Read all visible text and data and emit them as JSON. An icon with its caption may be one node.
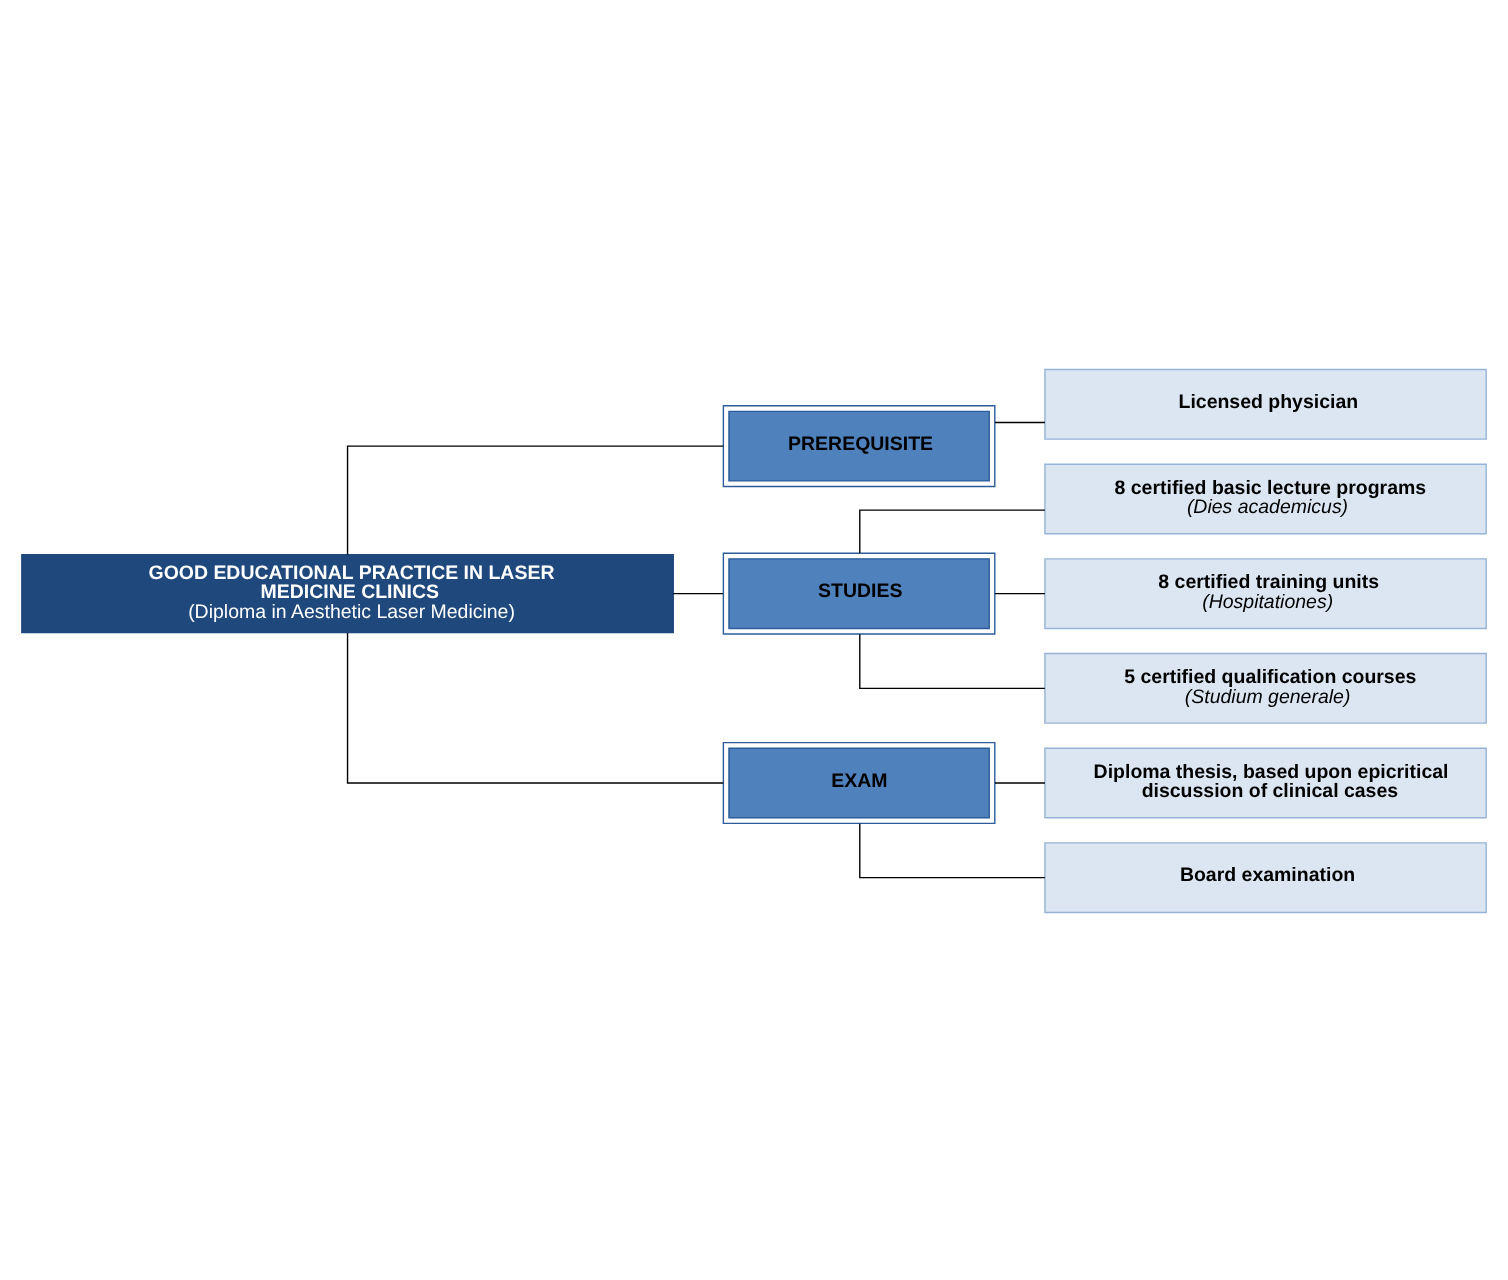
{
  "diagram": {
    "nodes": [
      {
        "text": [
          "GOOD EDUCATIONAL PRACTICE IN LASER MEDICINE CLINICS",
          "(Diploma in Aesthetic Laser Medicine)"
        ]
      },
      {
        "text": [
          "PREREQUISITE"
        ]
      },
      {
        "text": [
          "STUDIES"
        ]
      },
      {
        "text": [
          "EXAM"
        ]
      },
      {
        "text": [
          "Licensed physician"
        ]
      },
      {
        "text": [
          "8 certified basic lecture programs",
          "(Dies academicus)"
        ]
      },
      {
        "text": [
          "8 certified training units",
          "(Hospitationes)"
        ]
      },
      {
        "text": [
          "5 certified qualification courses",
          "(Studium generale)"
        ]
      },
      {
        "text": [
          "Diploma thesis, based upon epicritical discussion of clinical cases"
        ]
      },
      {
        "text": [
          "Board examination"
        ]
      }
    ],
    "edges": [
      {
        "from": 0,
        "to": 1,
        "arrow": "none"
      },
      {
        "from": 0,
        "to": 2,
        "arrow": "none"
      },
      {
        "from": 0,
        "to": 3,
        "arrow": "none"
      },
      {
        "from": 1,
        "to": 4,
        "arrow": "none"
      },
      {
        "from": 2,
        "to": 5,
        "arrow": "none"
      },
      {
        "from": 2,
        "to": 6,
        "arrow": "none"
      },
      {
        "from": 2,
        "to": 7,
        "arrow": "none"
      },
      {
        "from": 3,
        "to": 8,
        "arrow": "none"
      },
      {
        "from": 3,
        "to": 9,
        "arrow": "none"
      }
    ]
  }
}
